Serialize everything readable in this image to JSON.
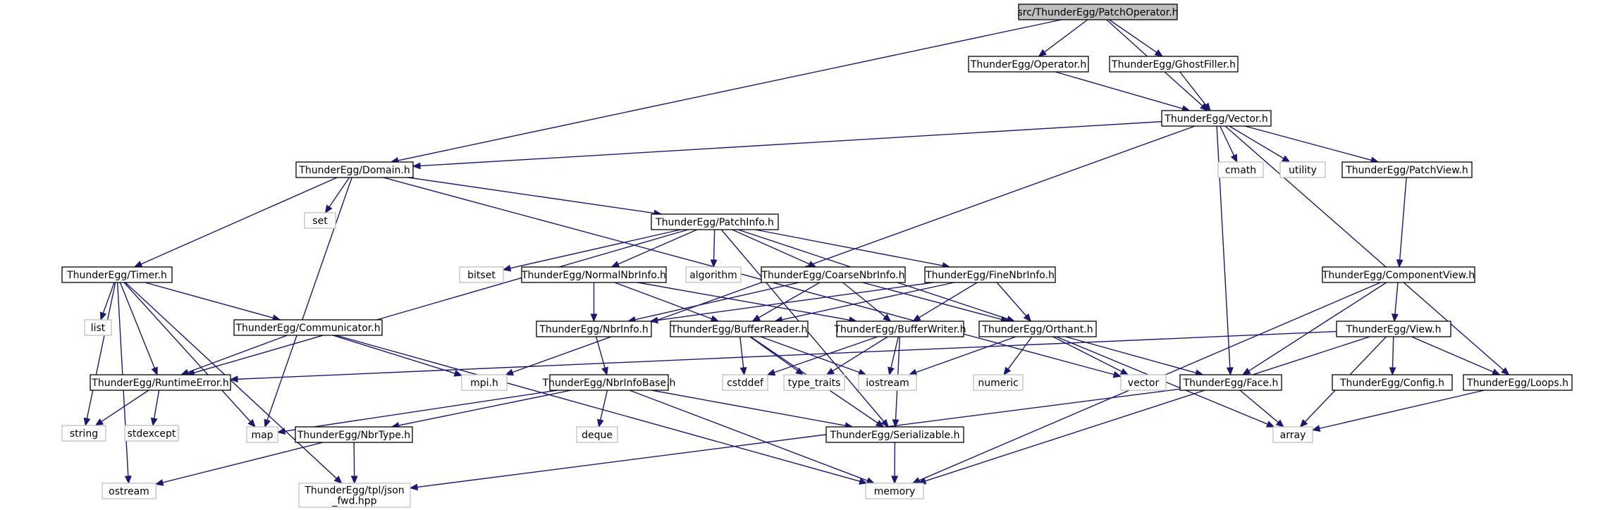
{
  "colors": {
    "root_fill": "#bfbfbf",
    "local_border": "#000000",
    "system_border": "#bfbfbf",
    "system_text": "#7f7f7f",
    "edge": "#191970"
  },
  "nodes": [
    {
      "id": "patchop",
      "label": "src/ThunderEgg/PatchOperator.h",
      "kind": "root"
    },
    {
      "id": "operator",
      "label": "ThunderEgg/Operator.h",
      "kind": "local"
    },
    {
      "id": "ghostfiller",
      "label": "ThunderEgg/GhostFiller.h",
      "kind": "local"
    },
    {
      "id": "vector_h",
      "label": "ThunderEgg/Vector.h",
      "kind": "local"
    },
    {
      "id": "domain",
      "label": "ThunderEgg/Domain.h",
      "kind": "local"
    },
    {
      "id": "cmath",
      "label": "cmath",
      "kind": "system"
    },
    {
      "id": "utility",
      "label": "utility",
      "kind": "system"
    },
    {
      "id": "patchview",
      "label": "ThunderEgg/PatchView.h",
      "kind": "local"
    },
    {
      "id": "set",
      "label": "set",
      "kind": "system"
    },
    {
      "id": "patchinfo",
      "label": "ThunderEgg/PatchInfo.h",
      "kind": "local"
    },
    {
      "id": "timer",
      "label": "ThunderEgg/Timer.h",
      "kind": "local"
    },
    {
      "id": "bitset",
      "label": "bitset",
      "kind": "system"
    },
    {
      "id": "normalnbr",
      "label": "ThunderEgg/NormalNbrInfo.h",
      "kind": "local"
    },
    {
      "id": "algorithm",
      "label": "algorithm",
      "kind": "system"
    },
    {
      "id": "coarsenbr",
      "label": "ThunderEgg/CoarseNbrInfo.h",
      "kind": "local"
    },
    {
      "id": "finenbr",
      "label": "ThunderEgg/FineNbrInfo.h",
      "kind": "local"
    },
    {
      "id": "componentview",
      "label": "ThunderEgg/ComponentView.h",
      "kind": "local"
    },
    {
      "id": "list",
      "label": "list",
      "kind": "system"
    },
    {
      "id": "communicator",
      "label": "ThunderEgg/Communicator.h",
      "kind": "local"
    },
    {
      "id": "nbrinfo",
      "label": "ThunderEgg/NbrInfo.h",
      "kind": "local"
    },
    {
      "id": "bufferreader",
      "label": "ThunderEgg/BufferReader.h",
      "kind": "local"
    },
    {
      "id": "bufferwriter",
      "label": "ThunderEgg/BufferWriter.h",
      "kind": "local"
    },
    {
      "id": "orthant",
      "label": "ThunderEgg/Orthant.h",
      "kind": "local"
    },
    {
      "id": "view",
      "label": "ThunderEgg/View.h",
      "kind": "local"
    },
    {
      "id": "runtimeerror",
      "label": "ThunderEgg/RuntimeError.h",
      "kind": "local"
    },
    {
      "id": "mpi",
      "label": "mpi.h",
      "kind": "system"
    },
    {
      "id": "nbrinfobase",
      "label": "ThunderEgg/NbrInfoBase.h",
      "kind": "local"
    },
    {
      "id": "cstddef",
      "label": "cstddef",
      "kind": "system"
    },
    {
      "id": "typetraits",
      "label": "type_traits",
      "kind": "system"
    },
    {
      "id": "iostream",
      "label": "iostream",
      "kind": "system"
    },
    {
      "id": "numeric",
      "label": "numeric",
      "kind": "system"
    },
    {
      "id": "vector_std",
      "label": "vector",
      "kind": "system"
    },
    {
      "id": "face",
      "label": "ThunderEgg/Face.h",
      "kind": "local"
    },
    {
      "id": "config",
      "label": "ThunderEgg/Config.h",
      "kind": "local"
    },
    {
      "id": "loops",
      "label": "ThunderEgg/Loops.h",
      "kind": "local"
    },
    {
      "id": "string",
      "label": "string",
      "kind": "system"
    },
    {
      "id": "stdexcept",
      "label": "stdexcept",
      "kind": "system"
    },
    {
      "id": "map",
      "label": "map",
      "kind": "system"
    },
    {
      "id": "nbrtype",
      "label": "ThunderEgg/NbrType.h",
      "kind": "local"
    },
    {
      "id": "deque",
      "label": "deque",
      "kind": "system"
    },
    {
      "id": "serializable",
      "label": "ThunderEgg/Serializable.h",
      "kind": "local"
    },
    {
      "id": "array",
      "label": "array",
      "kind": "system"
    },
    {
      "id": "ostream",
      "label": "ostream",
      "kind": "system"
    },
    {
      "id": "jsonfwd",
      "label": "ThunderEgg/tpl/json\n_fwd.hpp",
      "kind": "system"
    },
    {
      "id": "memory",
      "label": "memory",
      "kind": "system"
    }
  ],
  "edges": [
    [
      "patchop",
      "operator"
    ],
    [
      "patchop",
      "ghostfiller"
    ],
    [
      "patchop",
      "vector_h"
    ],
    [
      "patchop",
      "domain"
    ],
    [
      "operator",
      "vector_h"
    ],
    [
      "ghostfiller",
      "vector_h"
    ],
    [
      "vector_h",
      "domain"
    ],
    [
      "vector_h",
      "cmath"
    ],
    [
      "vector_h",
      "utility"
    ],
    [
      "vector_h",
      "patchview"
    ],
    [
      "vector_h",
      "mpi"
    ],
    [
      "vector_h",
      "face"
    ],
    [
      "vector_h",
      "loops"
    ],
    [
      "domain",
      "set"
    ],
    [
      "domain",
      "patchinfo"
    ],
    [
      "domain",
      "timer"
    ],
    [
      "domain",
      "map"
    ],
    [
      "domain",
      "vector_std"
    ],
    [
      "patchinfo",
      "bitset"
    ],
    [
      "patchinfo",
      "normalnbr"
    ],
    [
      "patchinfo",
      "algorithm"
    ],
    [
      "patchinfo",
      "coarsenbr"
    ],
    [
      "patchinfo",
      "finenbr"
    ],
    [
      "patchinfo",
      "orthant"
    ],
    [
      "patchinfo",
      "runtimeerror"
    ],
    [
      "patchinfo",
      "serializable"
    ],
    [
      "patchview",
      "componentview"
    ],
    [
      "componentview",
      "view"
    ],
    [
      "componentview",
      "face"
    ],
    [
      "componentview",
      "memory"
    ],
    [
      "timer",
      "list"
    ],
    [
      "timer",
      "communicator"
    ],
    [
      "timer",
      "runtimeerror"
    ],
    [
      "timer",
      "string"
    ],
    [
      "timer",
      "map"
    ],
    [
      "timer",
      "ostream"
    ],
    [
      "timer",
      "jsonfwd"
    ],
    [
      "communicator",
      "runtimeerror"
    ],
    [
      "communicator",
      "mpi"
    ],
    [
      "communicator",
      "memory"
    ],
    [
      "normalnbr",
      "nbrinfo"
    ],
    [
      "normalnbr",
      "bufferreader"
    ],
    [
      "normalnbr",
      "bufferwriter"
    ],
    [
      "coarsenbr",
      "nbrinfo"
    ],
    [
      "coarsenbr",
      "bufferreader"
    ],
    [
      "coarsenbr",
      "bufferwriter"
    ],
    [
      "coarsenbr",
      "orthant"
    ],
    [
      "finenbr",
      "nbrinfo"
    ],
    [
      "finenbr",
      "bufferreader"
    ],
    [
      "finenbr",
      "bufferwriter"
    ],
    [
      "finenbr",
      "orthant"
    ],
    [
      "nbrinfo",
      "nbrinfobase"
    ],
    [
      "nbrinfobase",
      "map"
    ],
    [
      "nbrinfobase",
      "nbrtype"
    ],
    [
      "nbrinfobase",
      "deque"
    ],
    [
      "nbrinfobase",
      "serializable"
    ],
    [
      "nbrinfobase",
      "memory"
    ],
    [
      "bufferreader",
      "cstddef"
    ],
    [
      "bufferreader",
      "typetraits"
    ],
    [
      "bufferreader",
      "iostream"
    ],
    [
      "bufferreader",
      "serializable"
    ],
    [
      "bufferwriter",
      "cstddef"
    ],
    [
      "bufferwriter",
      "typetraits"
    ],
    [
      "bufferwriter",
      "iostream"
    ],
    [
      "bufferwriter",
      "serializable"
    ],
    [
      "orthant",
      "iostream"
    ],
    [
      "orthant",
      "numeric"
    ],
    [
      "orthant",
      "vector_std"
    ],
    [
      "orthant",
      "face"
    ],
    [
      "orthant",
      "array"
    ],
    [
      "view",
      "runtimeerror"
    ],
    [
      "view",
      "config"
    ],
    [
      "view",
      "loops"
    ],
    [
      "view",
      "array"
    ],
    [
      "view",
      "memory"
    ],
    [
      "face",
      "array"
    ],
    [
      "face",
      "jsonfwd"
    ],
    [
      "loops",
      "array"
    ],
    [
      "runtimeerror",
      "string"
    ],
    [
      "runtimeerror",
      "stdexcept"
    ],
    [
      "nbrtype",
      "ostream"
    ],
    [
      "nbrtype",
      "jsonfwd"
    ],
    [
      "serializable",
      "memory"
    ]
  ]
}
